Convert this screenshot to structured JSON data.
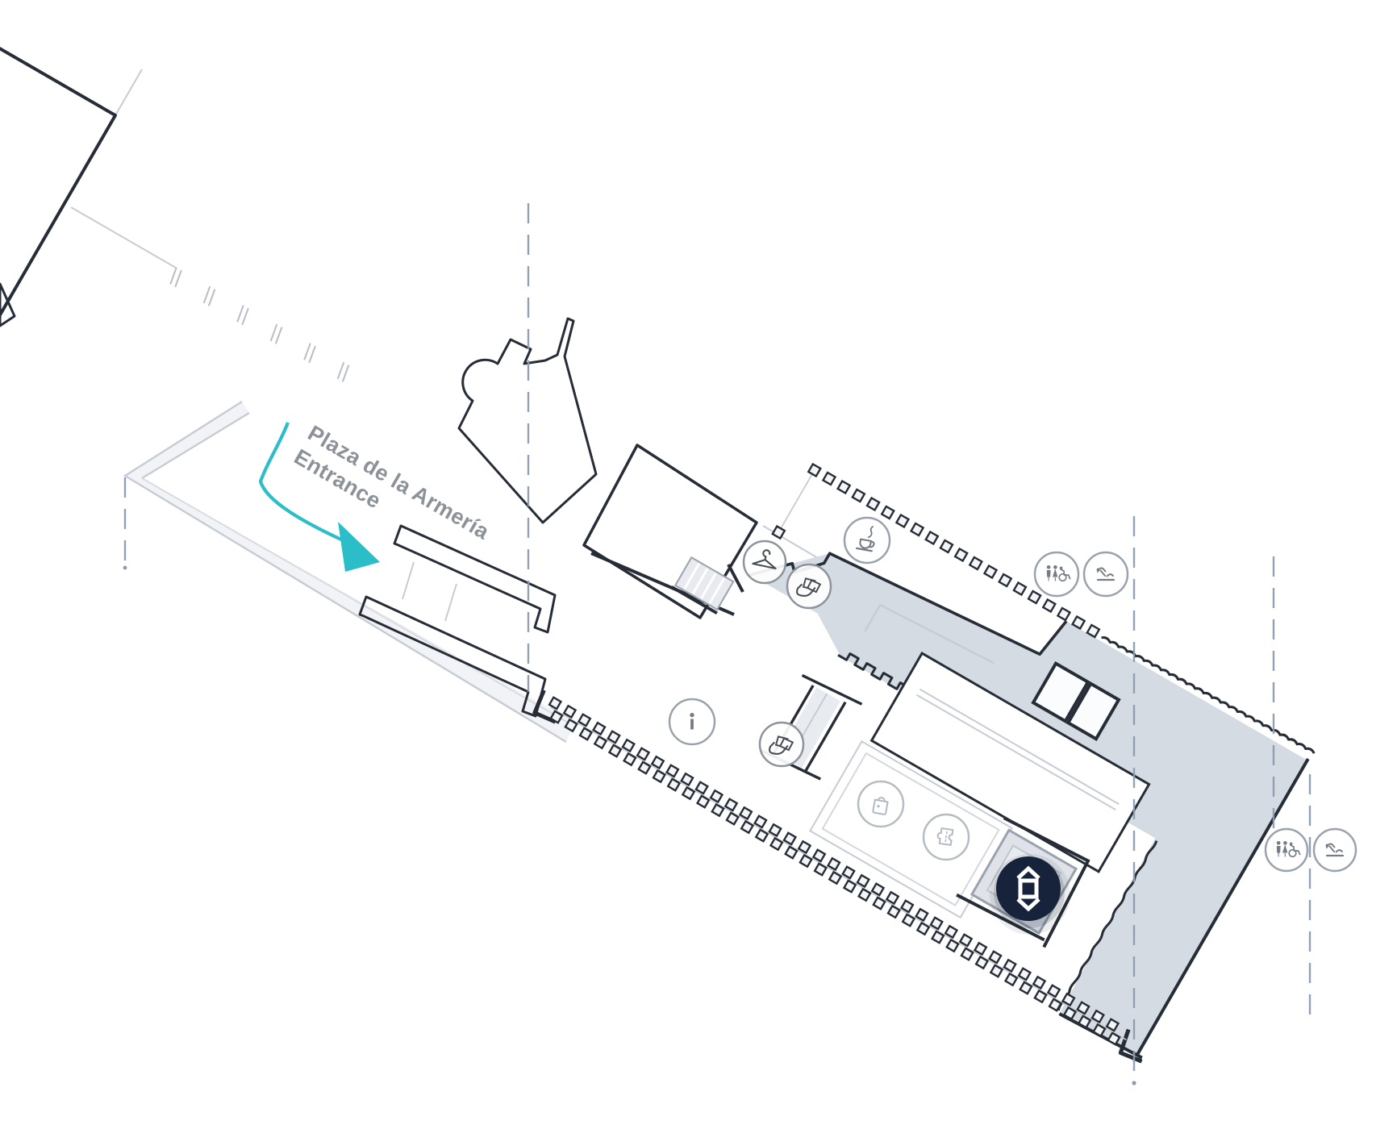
{
  "page": {
    "title": "Museum floor plan — entrance level"
  },
  "entrance_label": {
    "line1": "Plaza de la Armería",
    "line2": "Entrance"
  },
  "colors": {
    "accent_teal": "#2bbec8",
    "button_navy": "#16233a",
    "wall_dark": "#272d36",
    "room_gray": "#d5dbe2",
    "room_gray_light": "#e4e8ed",
    "grid_dash_blue": "#8c9cb0",
    "icon_dark": "#474e55",
    "icon_mid": "#757c84",
    "icon_light": "#b3b9c0",
    "label_gray": "#8d9299",
    "thin_gray": "#c7ccd4"
  },
  "map_icons": [
    {
      "name": "cloakroom-hanger-icon",
      "meaning": "Cloakroom"
    },
    {
      "name": "ticket-check-icon-upper",
      "meaning": "Ticket control"
    },
    {
      "name": "cafe-icon",
      "meaning": "Café"
    },
    {
      "name": "restrooms-icon-upper",
      "meaning": "Restrooms"
    },
    {
      "name": "baby-care-icon-upper",
      "meaning": "Baby changing"
    },
    {
      "name": "information-icon",
      "meaning": "Information point"
    },
    {
      "name": "ticket-check-icon-lower",
      "meaning": "Ticket control"
    },
    {
      "name": "shop-icon",
      "meaning": "Shop"
    },
    {
      "name": "tickets-icon",
      "meaning": "Tickets"
    },
    {
      "name": "restrooms-icon-right",
      "meaning": "Restrooms"
    },
    {
      "name": "baby-care-icon-right",
      "meaning": "Baby changing"
    }
  ],
  "floor_selector": {
    "name": "floor-selector-button",
    "glyphs": [
      "chevron-up",
      "square",
      "chevron-down"
    ]
  }
}
